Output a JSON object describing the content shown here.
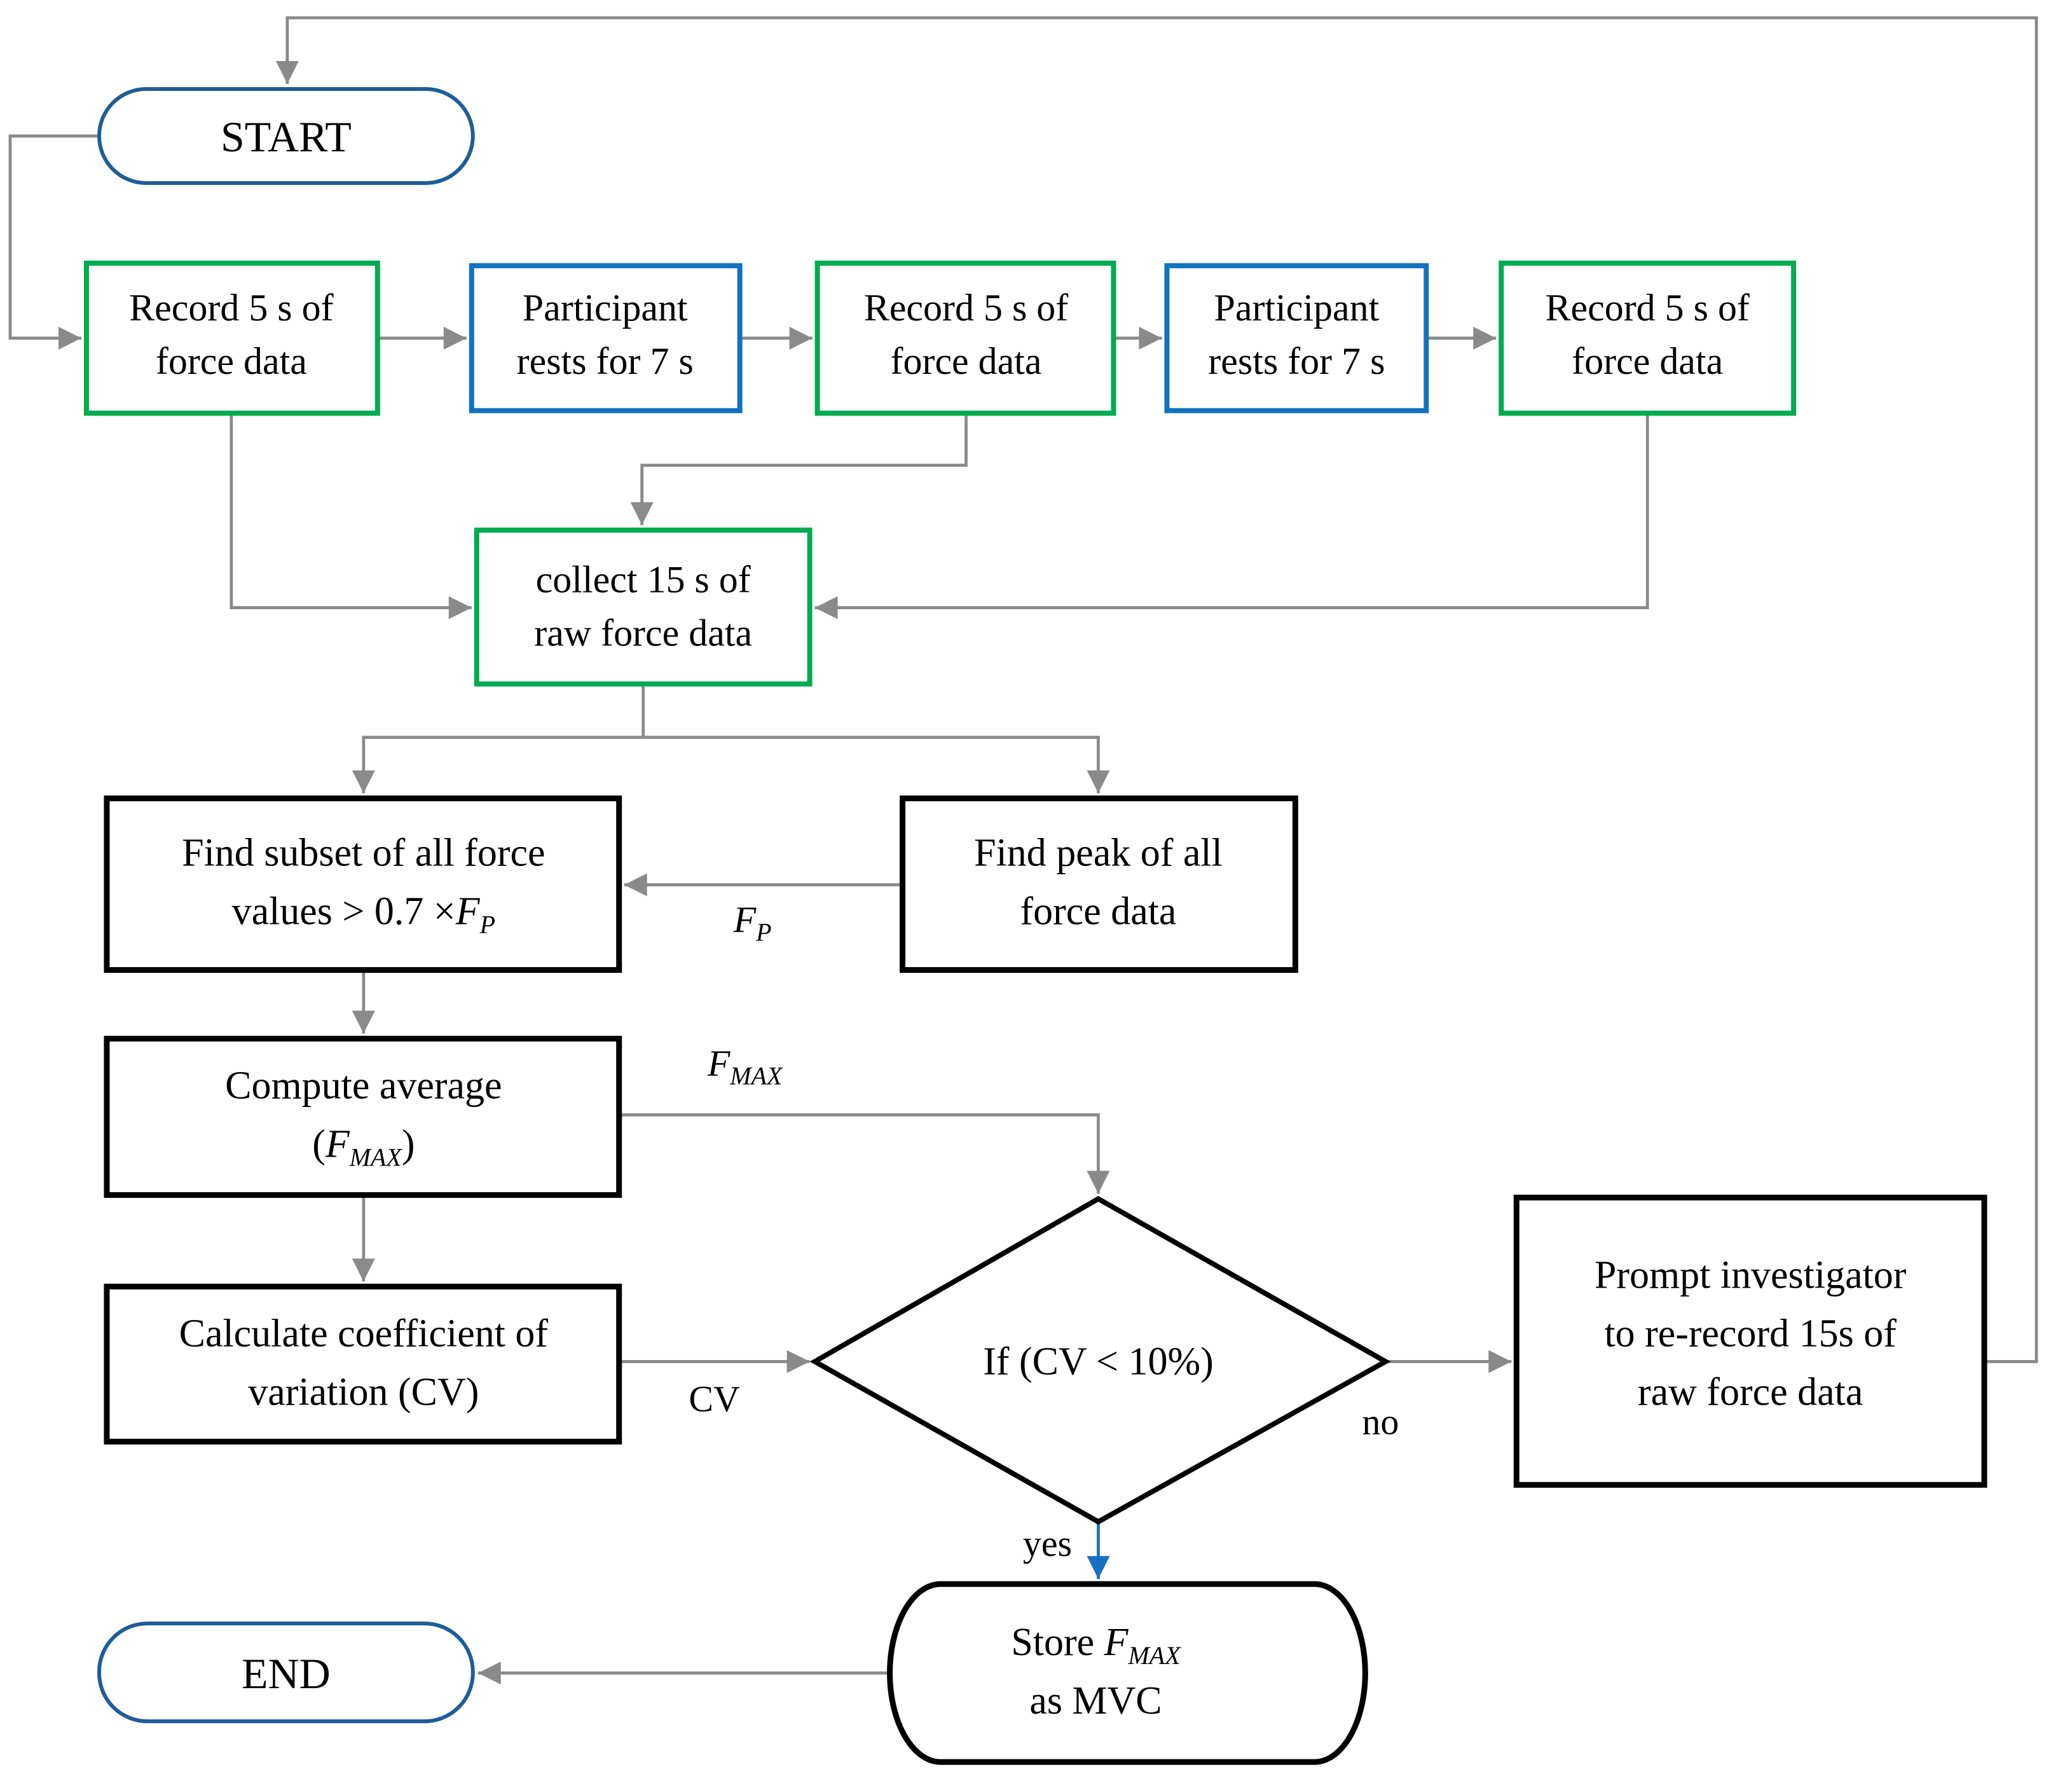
{
  "diagram": {
    "colors": {
      "process_green": "#00ac4f",
      "rest_blue": "#1272bf",
      "terminal_blue": "#1f5c99",
      "connector_gray": "#8a8a8a",
      "analysis_black": "#000000",
      "yes_arrow_blue": "#1b6fc0"
    },
    "nodes": {
      "start": {
        "label": "START"
      },
      "record1": {
        "line1": "Record 5 s of",
        "line2": "force data"
      },
      "rest1": {
        "line1": "Participant",
        "line2": "rests for 7 s"
      },
      "record2": {
        "line1": "Record 5 s of",
        "line2": "force data"
      },
      "rest2": {
        "line1": "Participant",
        "line2": "rests for 7 s"
      },
      "record3": {
        "line1": "Record 5 s of",
        "line2": "force data"
      },
      "collect": {
        "line1": "collect 15 s of",
        "line2": "raw force data"
      },
      "find_subset": {
        "line1": "Find subset of all force",
        "line2_prefix": "values > 0.7 ×",
        "line2_f": "F",
        "line2_sub": "P"
      },
      "find_peak": {
        "line1": "Find peak of all",
        "line2": "force data"
      },
      "compute_average": {
        "line1": "Compute average",
        "line2_open": "(",
        "line2_f": "F",
        "line2_sub": "MAX",
        "line2_close": ")"
      },
      "calculate_cv": {
        "line1": "Calculate coefficient of",
        "line2": "variation (CV)"
      },
      "decision": {
        "label": "If (CV < 10%)"
      },
      "prompt": {
        "line1": "Prompt investigator",
        "line2": "to re-record 15s of",
        "line3": "raw force data"
      },
      "store": {
        "line1_prefix": "Store ",
        "line1_f": "F",
        "line1_sub": "MAX",
        "line2": "as MVC"
      },
      "end": {
        "label": "END"
      }
    },
    "edge_labels": {
      "fp_f": "F",
      "fp_sub": "P",
      "fmax_f": "F",
      "fmax_sub": "MAX",
      "cv": "CV",
      "no": "no",
      "yes": "yes"
    }
  }
}
